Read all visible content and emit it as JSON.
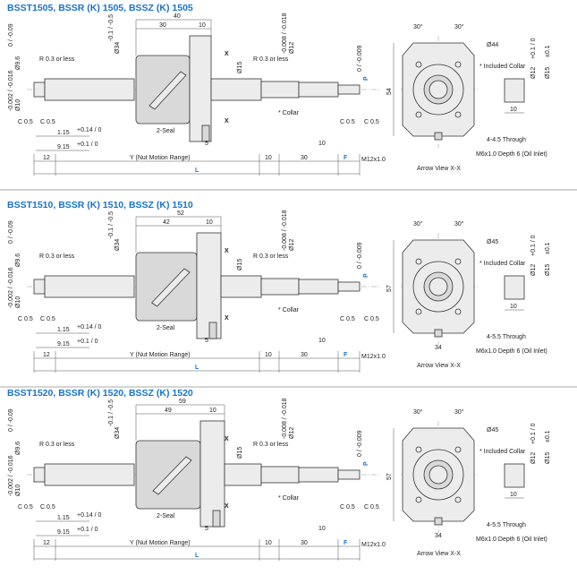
{
  "sections": [
    {
      "title": "BSST1505, BSSR (K) 1505, BSSZ (K) 1505",
      "dim_total_width": "40",
      "dim_flange_offset": "30",
      "dim_flange_thickness": "10",
      "dia_nut": "Ø34",
      "dia_nut_tol": "-0.1 / -0.5",
      "dia_collar": "Ø15",
      "dia_shaft_tol": "-0.008 / -0.018",
      "dia_shaft": "Ø12",
      "dia_end_left": "Ø9.6",
      "dia_end_left_tol": "0 / -0.09",
      "dia_end_left2": "Ø10",
      "dia_end_left2_tol": "-0.002 / -0.016",
      "dia_p": "P",
      "dia_p_tol": "0 / -0.009",
      "r_left": "R 0.3 or less",
      "r_right": "R 0.3 or less",
      "c_left_a": "C 0.5",
      "c_left_b": "C 0.5",
      "c_right_a": "C 0.5",
      "c_right_b": "C 0.5",
      "len_115": "1.15",
      "len_115_tol": "+0.14 / 0",
      "len_915": "9.15",
      "len_915_tol": "+0.1 / 0",
      "seal": "2-Seal",
      "collar": "* Collar",
      "dim_5": "5",
      "dim_12": "12",
      "dim_y": "Y (Nut Motion Range)",
      "dim_10a": "10",
      "dim_30": "30",
      "dim_f": "F",
      "dim_10b": "10",
      "thread": "M12x1.0",
      "dim_l": "L",
      "x_top": "X",
      "x_bot": "X",
      "ang_left": "30°",
      "ang_right": "30°",
      "flange_dia": "Ø44",
      "flange_height": "54",
      "flange_width": "",
      "included_collar": "* Included Collar",
      "through": "4-4.5 Through",
      "oil": "M6x1.0 Depth 6 (Oil Inlet)",
      "arrow_view": "Arrow View X-X",
      "collar_d1": "Ø12",
      "collar_d1_tol": "+0.1 / 0",
      "collar_d2": "Ø15",
      "collar_d2_tol": "±0.1",
      "collar_len": "10"
    },
    {
      "title": "BSST1510, BSSR (K) 1510, BSSZ (K) 1510",
      "dim_total_width": "52",
      "dim_flange_offset": "42",
      "dim_flange_thickness": "10",
      "dia_nut": "Ø34",
      "dia_nut_tol": "-0.1 / -0.5",
      "dia_collar": "Ø15",
      "dia_shaft_tol": "-0.008 / -0.018",
      "dia_shaft": "Ø12",
      "dia_end_left": "Ø9.6",
      "dia_end_left_tol": "0 / -0.09",
      "dia_end_left2": "Ø10",
      "dia_end_left2_tol": "-0.002 / -0.016",
      "dia_p": "P",
      "dia_p_tol": "0 / -0.009",
      "r_left": "R 0.3 or less",
      "r_right": "R 0.3 or less",
      "c_left_a": "C 0.5",
      "c_left_b": "C 0.5",
      "c_right_a": "C 0.5",
      "c_right_b": "C 0.5",
      "len_115": "1.15",
      "len_115_tol": "+0.14 / 0",
      "len_915": "9.15",
      "len_915_tol": "+0.1 / 0",
      "seal": "2-Seal",
      "collar": "* Collar",
      "dim_5": "5",
      "dim_12": "12",
      "dim_y": "Y (Nut Motion Range)",
      "dim_10a": "10",
      "dim_30": "30",
      "dim_f": "F",
      "dim_10b": "10",
      "thread": "M12x1.0",
      "dim_l": "L",
      "x_top": "X",
      "x_bot": "X",
      "ang_left": "30°",
      "ang_right": "30°",
      "flange_dia": "Ø45",
      "flange_height": "57",
      "flange_width": "34",
      "included_collar": "* Included Collar",
      "through": "4-5.5 Through",
      "oil": "M6x1.0 Depth 6 (Oil Inlet)",
      "arrow_view": "Arrow View X-X",
      "collar_d1": "Ø12",
      "collar_d1_tol": "+0.1 / 0",
      "collar_d2": "Ø15",
      "collar_d2_tol": "±0.1",
      "collar_len": "10"
    },
    {
      "title": "BSST1520, BSSR (K) 1520, BSSZ (K) 1520",
      "dim_total_width": "59",
      "dim_flange_offset": "49",
      "dim_flange_thickness": "10",
      "dia_nut": "Ø34",
      "dia_nut_tol": "-0.1 / -0.5",
      "dia_collar": "Ø15",
      "dia_shaft_tol": "-0.008 / -0.018",
      "dia_shaft": "Ø12",
      "dia_end_left": "Ø9.6",
      "dia_end_left_tol": "0 / -0.09",
      "dia_end_left2": "Ø10",
      "dia_end_left2_tol": "-0.002 / -0.016",
      "dia_p": "P",
      "dia_p_tol": "0 / -0.009",
      "r_left": "R 0.3 or less",
      "r_right": "R 0.3 or less",
      "c_left_a": "C 0.5",
      "c_left_b": "C 0.5",
      "c_right_a": "C 0.5",
      "c_right_b": "C 0.5",
      "len_115": "1.15",
      "len_115_tol": "+0.14 / 0",
      "len_915": "9.15",
      "len_915_tol": "+0.1 / 0",
      "seal": "2-Seal",
      "collar": "* Collar",
      "dim_5": "5",
      "dim_12": "12",
      "dim_y": "Y (Nut Motion Range)",
      "dim_10a": "10",
      "dim_30": "30",
      "dim_f": "F",
      "dim_10b": "10",
      "thread": "M12x1.0",
      "dim_l": "L",
      "x_top": "X",
      "x_bot": "X",
      "ang_left": "30°",
      "ang_right": "30°",
      "flange_dia": "Ø45",
      "flange_height": "57",
      "flange_width": "34",
      "included_collar": "* Included Collar",
      "through": "4-5.5 Through",
      "oil": "M6x1.0 Depth 6 (Oil Inlet)",
      "arrow_view": "Arrow View X-X",
      "collar_d1": "Ø12",
      "collar_d1_tol": "+0.1 / 0",
      "collar_d2": "Ø15",
      "collar_d2_tol": "±0.1",
      "collar_len": "10"
    }
  ]
}
